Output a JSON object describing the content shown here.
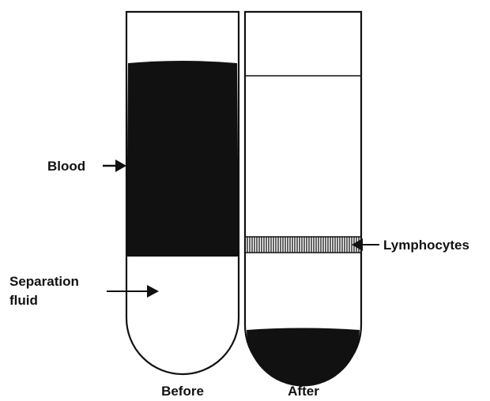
{
  "labels": {
    "blood": "Blood",
    "separation_line1": "Separation",
    "separation_line2": "fluid",
    "lymphocytes": "Lymphocytes",
    "before": "Before",
    "after": "After"
  },
  "colors": {
    "ink": "#111111",
    "background": "#ffffff"
  }
}
